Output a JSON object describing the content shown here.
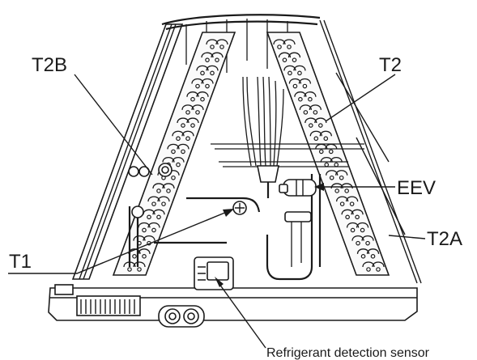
{
  "labels": {
    "t2b": "T2B",
    "t2": "T2",
    "eev": "EEV",
    "t2a": "T2A",
    "t1": "T1",
    "sensor": "Refrigerant detection sensor"
  }
}
